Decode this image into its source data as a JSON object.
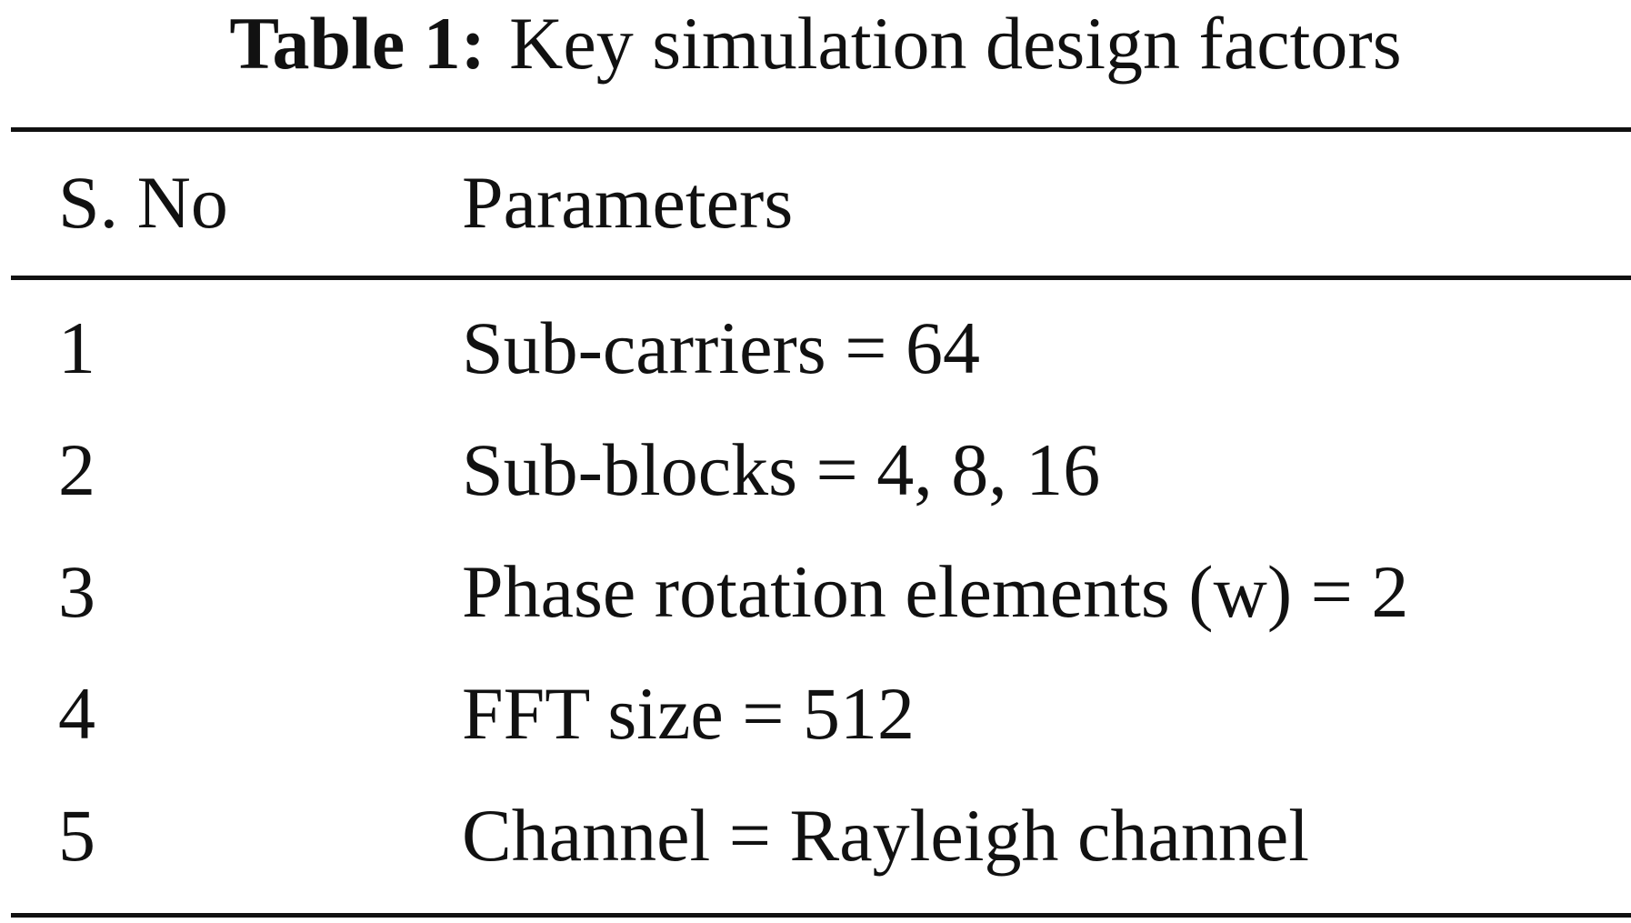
{
  "caption": {
    "label": "Table 1:",
    "text": "Key simulation design factors"
  },
  "table": {
    "headers": {
      "sno": "S. No",
      "parameters": "Parameters"
    },
    "rows": [
      {
        "sno": "1",
        "parameter": "Sub-carriers = 64"
      },
      {
        "sno": "2",
        "parameter": "Sub-blocks = 4, 8, 16"
      },
      {
        "sno": "3",
        "parameter": "Phase rotation elements (w) = 2"
      },
      {
        "sno": "4",
        "parameter": "FFT size = 512"
      },
      {
        "sno": "5",
        "parameter": "Channel = Rayleigh channel"
      }
    ]
  }
}
